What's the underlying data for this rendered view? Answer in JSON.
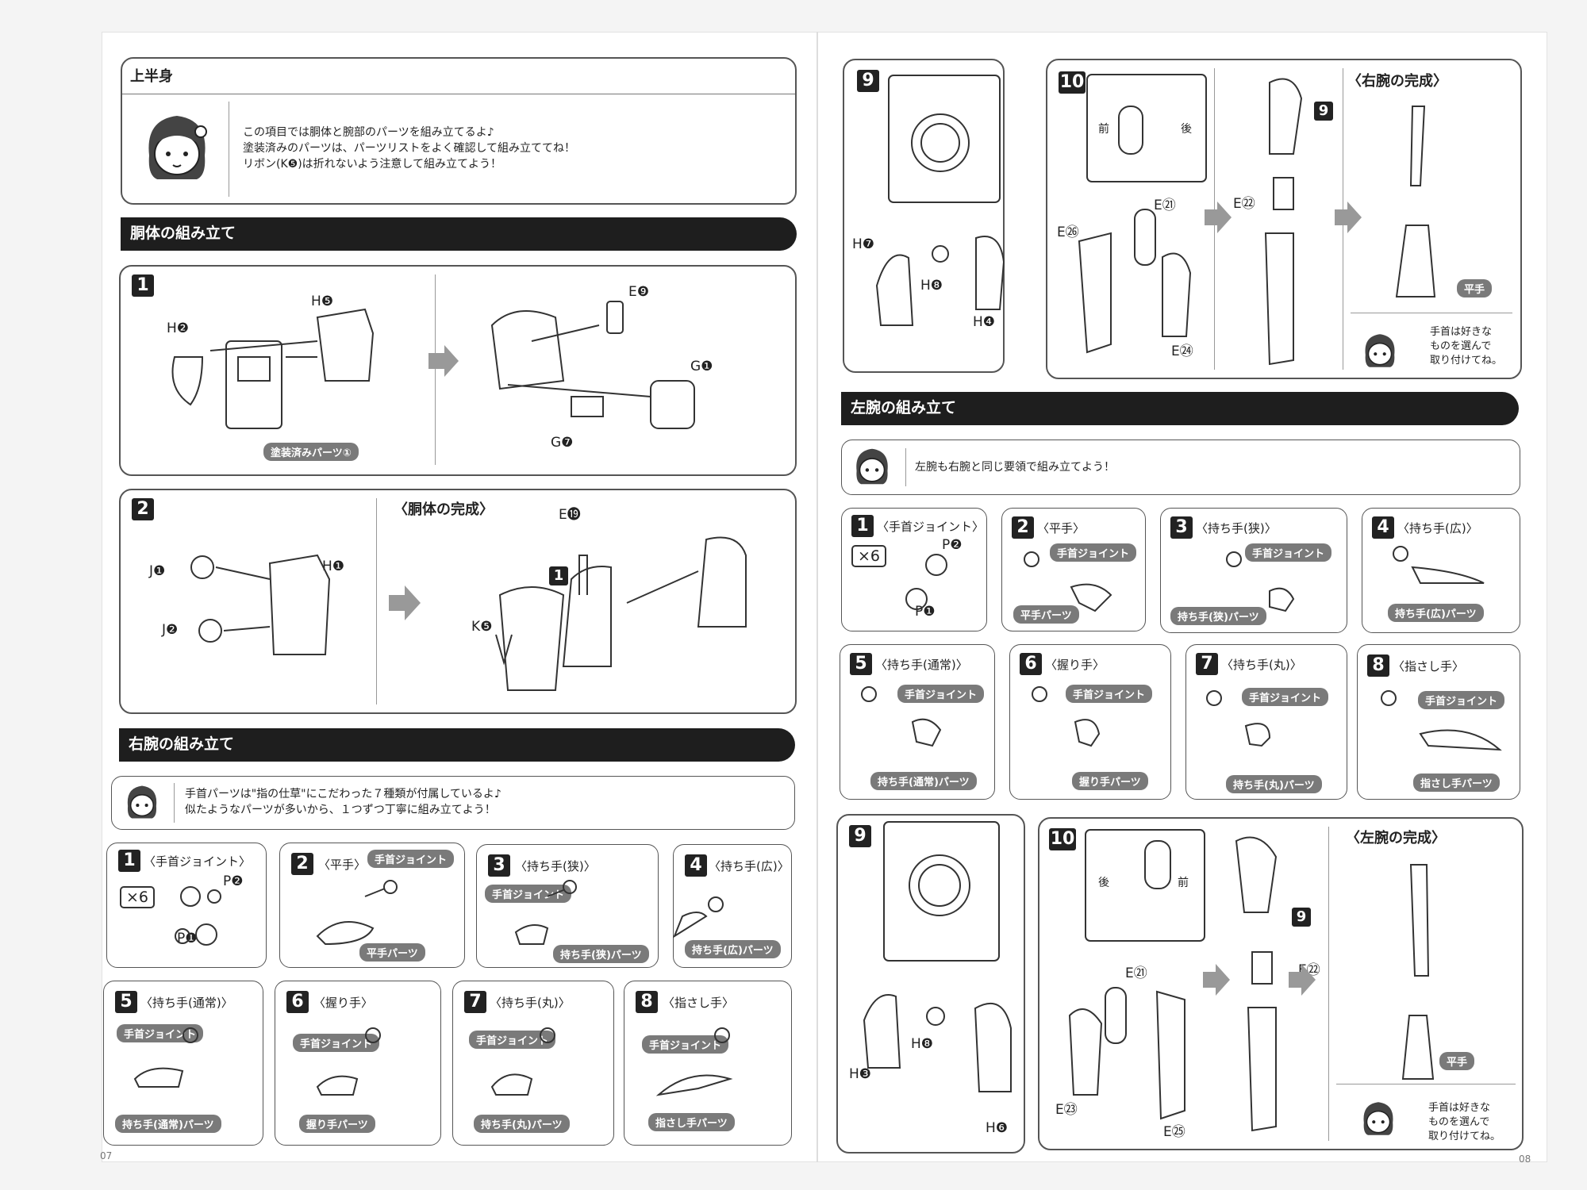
{
  "left": {
    "page_num": "07",
    "upper_title": "上半身",
    "intro": [
      "この項目では胴体と腕部のパーツを組み立てるよ♪",
      "塗装済みのパーツは、パーツリストをよく確認して組み立ててね！",
      "リボン(K❺)は折れないよう注意して組み立てよう！"
    ],
    "torso_bar": "胴体の組み立て",
    "s1": {
      "n": "1",
      "labels": [
        "H❺",
        "H❷",
        "E❾",
        "G❶",
        "G❼"
      ],
      "badge": "塗装済みパーツ①"
    },
    "s2": {
      "n": "2",
      "title": "〈胴体の完成〉",
      "labels": [
        "J❶",
        "J❷",
        "H❶",
        "E⓳",
        "K❺",
        "1"
      ]
    },
    "right_arm_bar": "右腕の組み立て",
    "right_arm_note": [
      "手首パーツは\"指の仕草\"にこだわった７種類が付属しているよ♪",
      "似たようなパーツが多いから、１つずつ丁寧に組み立てよう！"
    ],
    "steps": [
      {
        "n": "1",
        "sub": "〈手首ジョイント〉",
        "parts": [
          "P❷",
          "P❶"
        ],
        "x6": "×6"
      },
      {
        "n": "2",
        "sub": "〈平手〉",
        "joint": "手首ジョイント",
        "part": "平手パーツ"
      },
      {
        "n": "3",
        "sub": "〈持ち手(狭)〉",
        "joint": "手首ジョイント",
        "part": "持ち手(狭)パーツ"
      },
      {
        "n": "4",
        "sub": "〈持ち手(広)〉",
        "part": "持ち手(広)パーツ"
      },
      {
        "n": "5",
        "sub": "〈持ち手(通常)〉",
        "joint": "手首ジョイント",
        "part": "持ち手(通常)パーツ"
      },
      {
        "n": "6",
        "sub": "〈握り手〉",
        "joint": "手首ジョイント",
        "part": "握り手パーツ"
      },
      {
        "n": "7",
        "sub": "〈持ち手(丸)〉",
        "joint": "手首ジョイント",
        "part": "持ち手(丸)パーツ"
      },
      {
        "n": "8",
        "sub": "〈指さし手〉",
        "joint": "手首ジョイント",
        "part": "指さし手パーツ"
      }
    ]
  },
  "right": {
    "page_num": "08",
    "s9": {
      "n": "9",
      "labels": [
        "H❼",
        "H❽",
        "H❹"
      ]
    },
    "s10": {
      "n": "10",
      "front": "前",
      "back": "後",
      "labels": [
        "E㉑",
        "E㉖",
        "E㉔",
        "E㉒",
        "9"
      ]
    },
    "right_done": "〈右腕の完成〉",
    "flat": "平手",
    "wrist_note": [
      "手首は好きな",
      "ものを選んで",
      "取り付けてね。"
    ],
    "left_arm_bar": "左腕の組み立て",
    "left_arm_note": "左腕も右腕と同じ要領で組み立てよう！",
    "steps": [
      {
        "n": "1",
        "sub": "〈手首ジョイント〉",
        "parts": [
          "P❷",
          "P❶"
        ],
        "x6": "×6"
      },
      {
        "n": "2",
        "sub": "〈平手〉",
        "joint": "手首ジョイント",
        "part": "平手パーツ"
      },
      {
        "n": "3",
        "sub": "〈持ち手(狭)〉",
        "joint": "手首ジョイント",
        "part": "持ち手(狭)パーツ"
      },
      {
        "n": "4",
        "sub": "〈持ち手(広)〉",
        "part": "持ち手(広)パーツ"
      },
      {
        "n": "5",
        "sub": "〈持ち手(通常)〉",
        "joint": "手首ジョイント",
        "part": "持ち手(通常)パーツ"
      },
      {
        "n": "6",
        "sub": "〈握り手〉",
        "joint": "手首ジョイント",
        "part": "握り手パーツ"
      },
      {
        "n": "7",
        "sub": "〈持ち手(丸)〉",
        "joint": "手首ジョイント",
        "part": "持ち手(丸)パーツ"
      },
      {
        "n": "8",
        "sub": "〈指さし手〉",
        "joint": "手首ジョイント",
        "part": "指さし手パーツ"
      }
    ],
    "ls9": {
      "n": "9",
      "labels": [
        "H❽",
        "H❸",
        "H❻"
      ]
    },
    "ls10": {
      "n": "10",
      "back": "後",
      "front": "前",
      "labels": [
        "E㉑",
        "E㉓",
        "E㉕",
        "E㉒",
        "9"
      ]
    },
    "left_done": "〈左腕の完成〉"
  }
}
